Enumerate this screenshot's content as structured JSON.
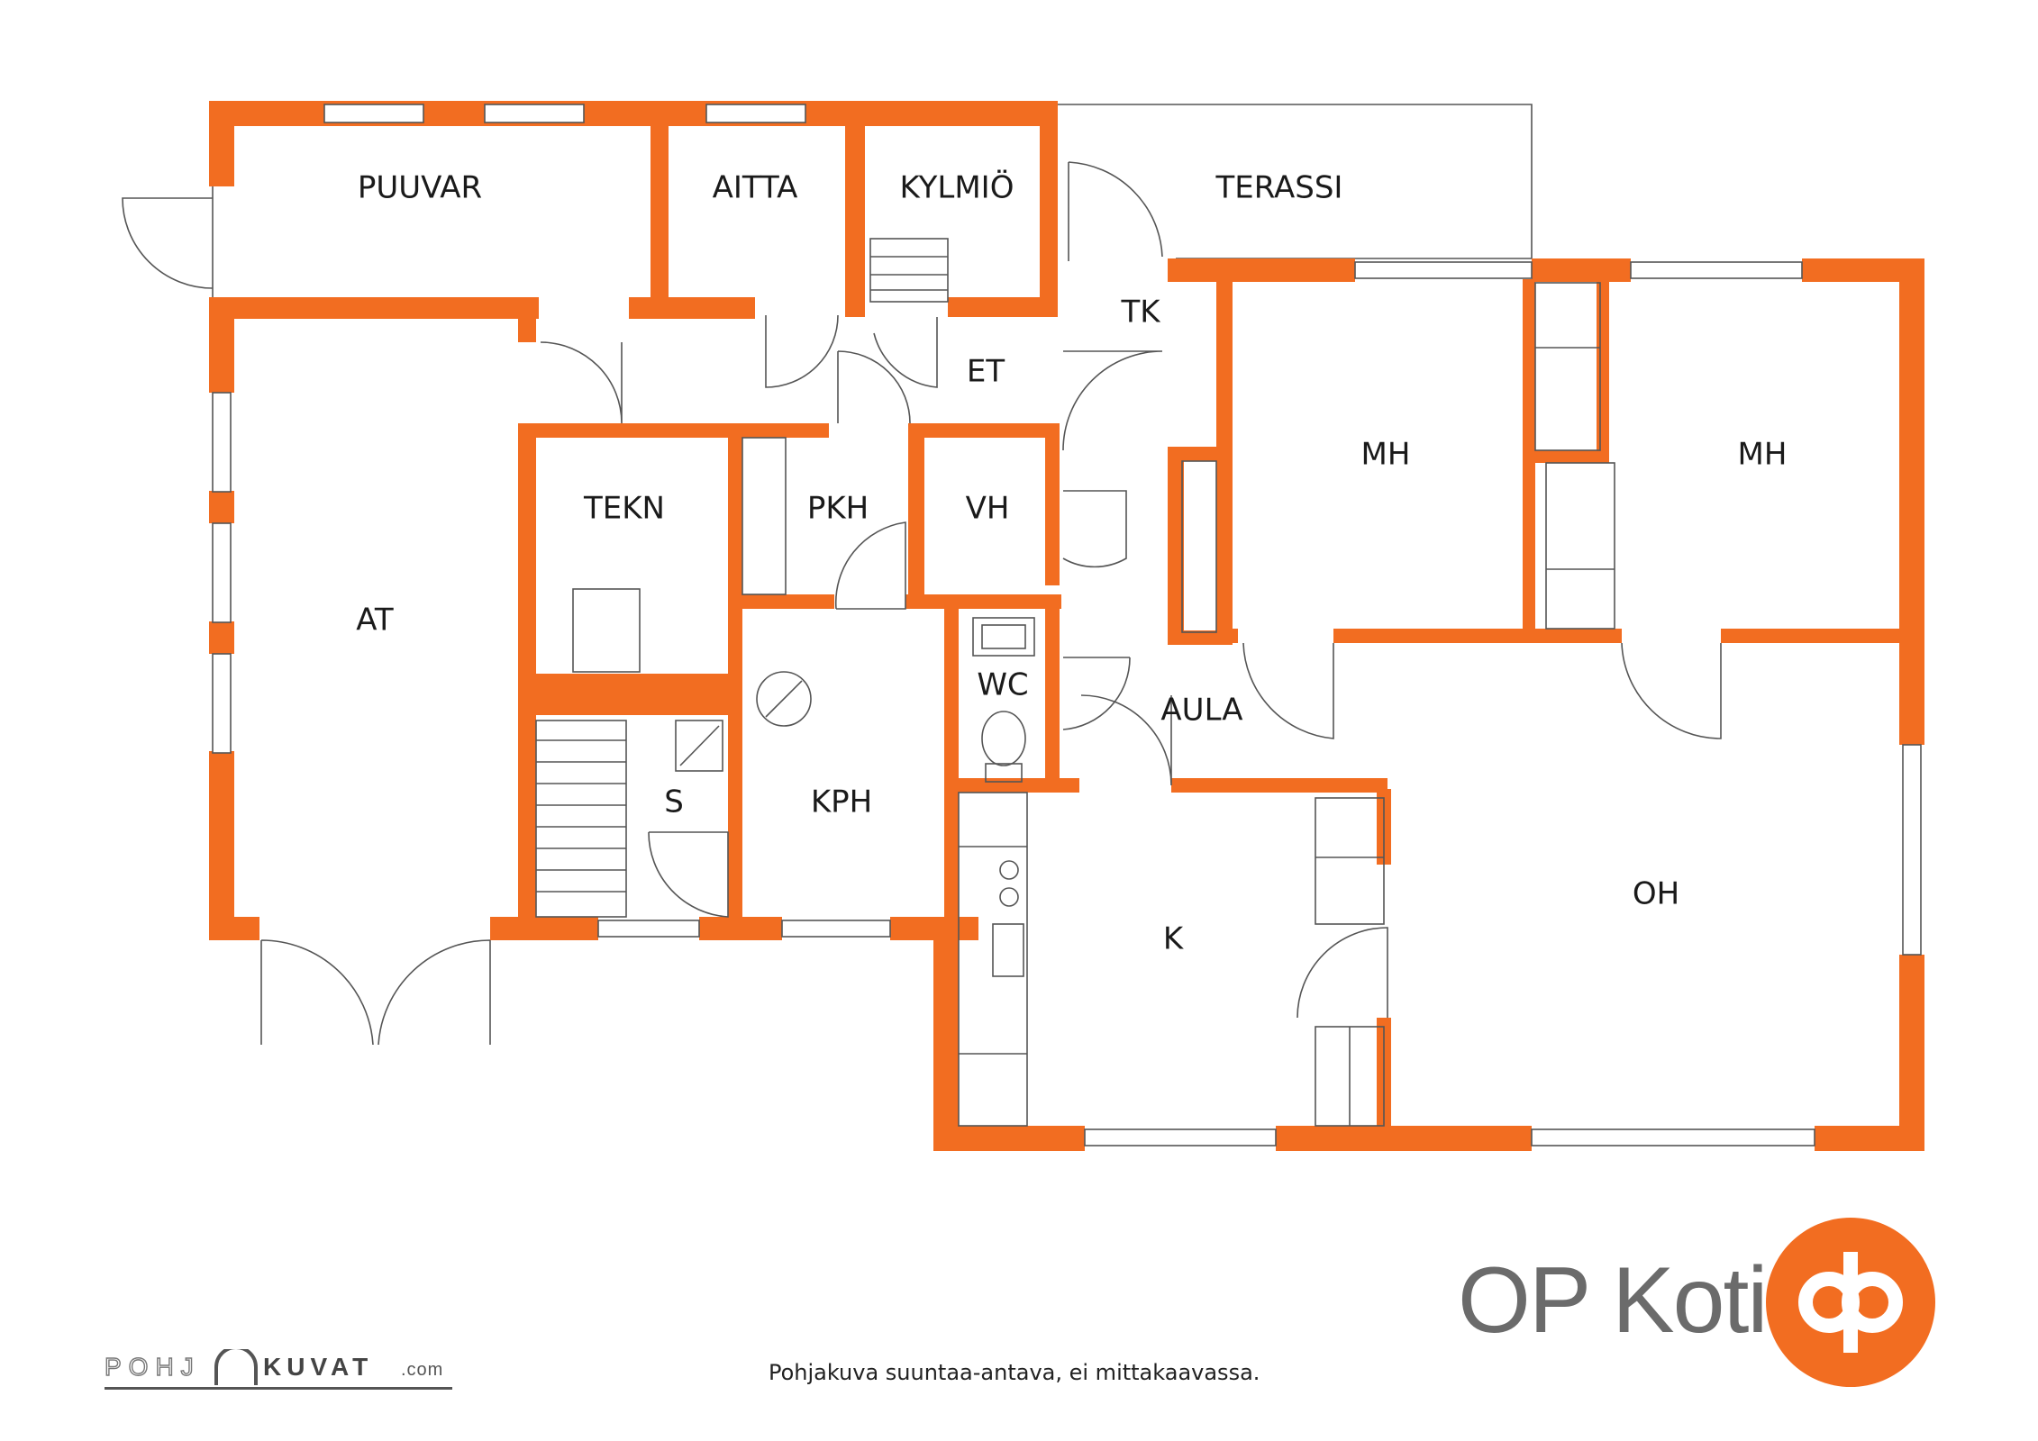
{
  "plan": {
    "rooms": {
      "puuvar": "PUUVAR",
      "aitta": "AITTA",
      "kylmio": "KYLMIÖ",
      "terassi": "TERASSI",
      "tk": "TK",
      "et": "ET",
      "mh1": "MH",
      "mh2": "MH",
      "at": "AT",
      "tekn": "TEKN",
      "pkh": "PKH",
      "vh": "VH",
      "wc": "WC",
      "aula": "AULA",
      "s": "S",
      "kph": "KPH",
      "k": "K",
      "oh": "OH"
    },
    "wall_color": "#f26d21"
  },
  "brand": {
    "name": "OP Koti",
    "logo_color": "#f26d21"
  },
  "footer": {
    "note": "Pohjakuva suuntaa-antava, ei mittakaavassa.",
    "watermark_left": "POHJ",
    "watermark_right": "KUVAT",
    "watermark_suffix": ".com"
  }
}
